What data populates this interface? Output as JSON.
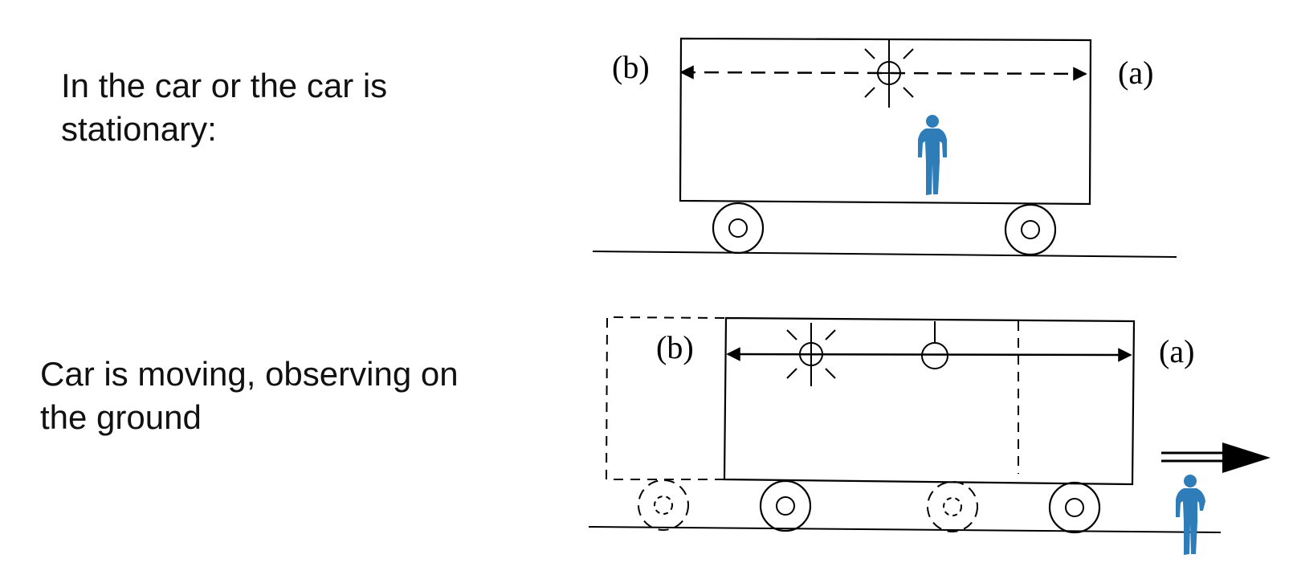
{
  "captions": {
    "stationary": [
      "In the car or the car is",
      "stationary:"
    ],
    "moving": [
      "Car is moving, observing on",
      "the ground"
    ]
  },
  "labels": {
    "top_left": "(b)",
    "top_right": "(a)",
    "bottom_left": "(b)",
    "bottom_right": "(a)"
  },
  "colors": {
    "line": "#000000",
    "figure": "#2e7db8"
  },
  "icons": {
    "light_source": "flash-bulb-icon",
    "observer": "person-icon",
    "motion": "arrow-right-icon"
  }
}
